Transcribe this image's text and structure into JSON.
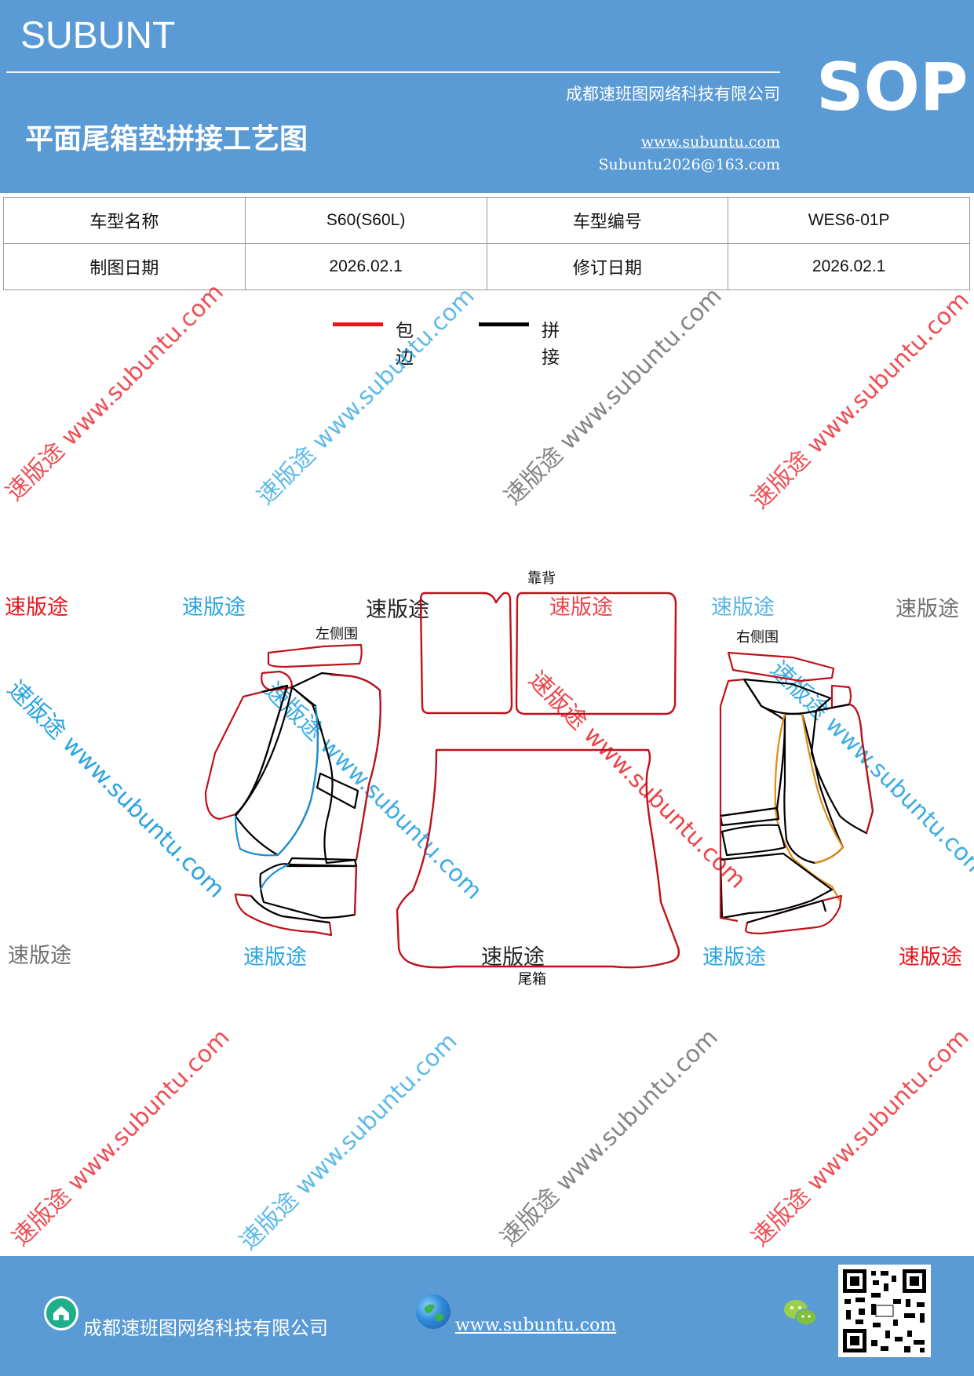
{
  "header": {
    "brand": "SUBUNT",
    "sop": "SOP",
    "company": "成都速班图网络科技有限公司",
    "title": "平面尾箱垫拼接工艺图",
    "website": "www.subuntu.com",
    "email": "Subuntu2026@163.com"
  },
  "info_table": {
    "row1": {
      "label_a": "车型名称",
      "value_a": "S60(S60L)",
      "label_b": "车型编号",
      "value_b": "WES6-01P"
    },
    "row2": {
      "label_a": "制图日期",
      "value_a": "2026.02.1",
      "label_b": "修订日期",
      "value_b": "2026.02.1"
    }
  },
  "legend": {
    "items": [
      {
        "label": "包边",
        "color": "#e8141c"
      },
      {
        "label": "拼接",
        "color": "#000000"
      }
    ]
  },
  "drawing": {
    "labels": {
      "backrest": "靠背",
      "left_side": "左侧围",
      "right_side": "右侧围",
      "trunk": "尾箱"
    },
    "colors": {
      "edge": "#c0111a",
      "seam": "#000000",
      "left_accent": "#1a8fd6",
      "right_accent": "#e08a12"
    }
  },
  "watermark": {
    "brand": "速版途",
    "diagonal": "速版途 www.subuntu.com",
    "colors": [
      "#e8141c",
      "#29a3e0",
      "#707070"
    ]
  },
  "footer": {
    "company": "成都速班图网络科技有限公司",
    "website": "www.subuntu.com",
    "icons": [
      "home-icon",
      "globe-icon",
      "wechat-icon",
      "qr-code"
    ]
  }
}
